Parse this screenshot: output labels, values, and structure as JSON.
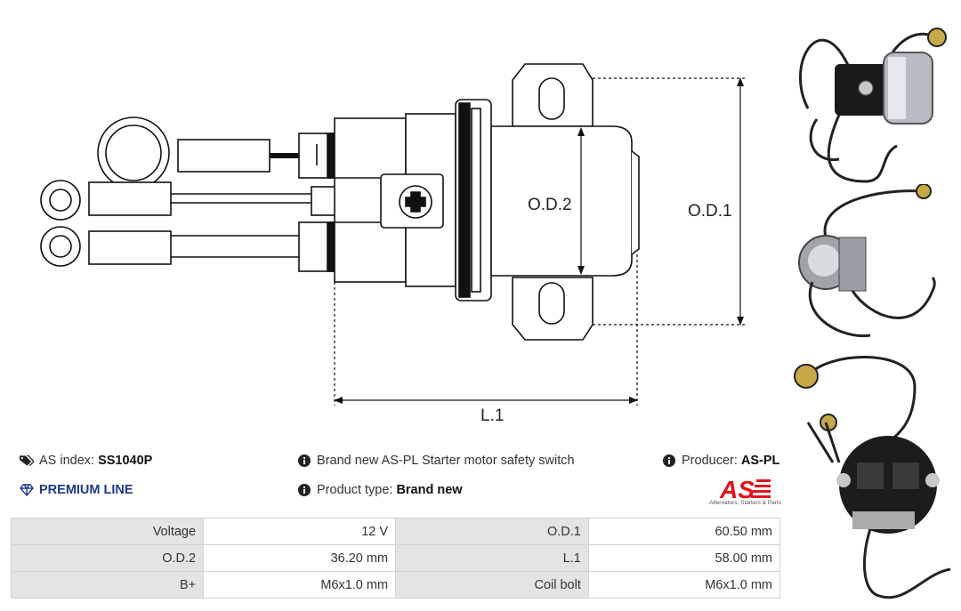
{
  "drawing": {
    "dim_od2": "O.D.2",
    "dim_od1": "O.D.1",
    "dim_l1": "L.1"
  },
  "thumbnails": [
    {
      "name": "photo-side-view"
    },
    {
      "name": "photo-front-view"
    },
    {
      "name": "photo-terminal-view"
    }
  ],
  "info": {
    "as_index_label": "AS index:",
    "as_index_value": "SS1040P",
    "premium_line": "PREMIUM LINE",
    "description": "Brand new AS-PL Starter motor safety switch",
    "product_type_label": "Product type:",
    "product_type_value": "Brand new",
    "producer_label": "Producer:",
    "producer_value": "AS-PL"
  },
  "logo": {
    "text": "AS",
    "tagline": "Alternators, Starters & Parts",
    "color": "#e1141c"
  },
  "specs": [
    {
      "label1": "Voltage",
      "value1": "12 V",
      "label2": "O.D.1",
      "value2": "60.50 mm"
    },
    {
      "label1": "O.D.2",
      "value1": "36.20 mm",
      "label2": "L.1",
      "value2": "58.00 mm"
    },
    {
      "label1": "B+",
      "value1": "M6x1.0 mm",
      "label2": "Coil bolt",
      "value2": "M6x1.0 mm"
    }
  ],
  "icons": {
    "tags": "tags-icon",
    "diamond": "diamond-icon",
    "info": "info-icon"
  },
  "colors": {
    "premium": "#1d3a8a",
    "table_label_bg": "#e4e4e4",
    "border": "#d2d2d2"
  }
}
